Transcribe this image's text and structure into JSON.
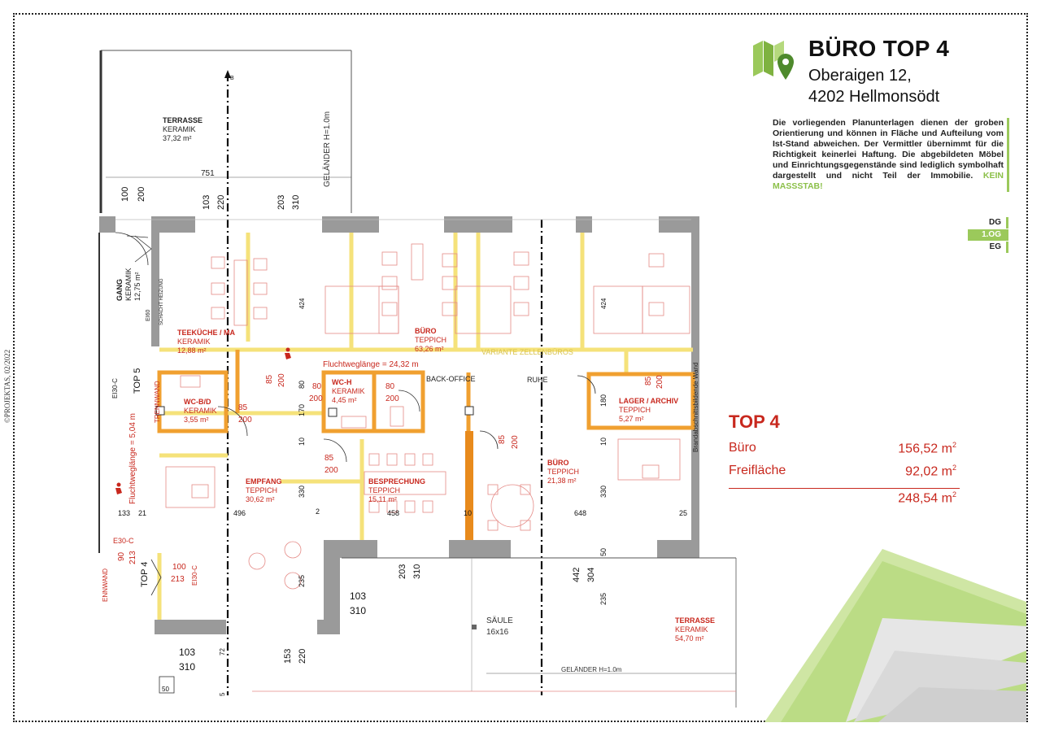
{
  "header": {
    "title": "BÜRO TOP 4",
    "address_line1": "Oberaigen 12,",
    "address_line2": "4202 Hellmonsödt"
  },
  "disclaimer": {
    "text": "Die vorliegenden Planunterlagen dienen der groben Orientierung und können in Fläche und Aufteilung vom Ist-Stand abweichen. Der Vermittler übernimmt für die Richtigkeit keinerlei Haftung. Die abgebildeten Möbel und Einrichtungsgegenstände sind lediglich symbolhaft dargestellt und nicht Teil der Immobilie.",
    "emphasis": "KEIN MASSSTAB!"
  },
  "floors": [
    "DG",
    "1.OG",
    "EG"
  ],
  "active_floor": "1.OG",
  "copyright": "©PROJEKTAS, 02/2022",
  "summary": {
    "title": "TOP 4",
    "rows": [
      {
        "label": "Büro",
        "value": "156,52 m",
        "unit_sup": "2"
      },
      {
        "label": "Freifläche",
        "value": "92,02 m",
        "unit_sup": "2"
      }
    ],
    "total": {
      "value": "248,54 m",
      "unit_sup": "2"
    }
  },
  "colors": {
    "accent_green": "#9bc95b",
    "room_label_red": "#c8281e",
    "wall_gray": "#9a9a9a",
    "orange_wall": "#f0a030",
    "yellow_wall": "#f5e27a"
  },
  "rooms": [
    {
      "name": "TERRASSE",
      "floor": "KERAMIK",
      "area": "37,32 m²"
    },
    {
      "name": "GANG",
      "floor": "KERAMIK",
      "area": "12,75 m²"
    },
    {
      "name": "TEEKÜCHE / MA",
      "floor": "KERAMIK",
      "area": "12,88 m²"
    },
    {
      "name": "BÜRO",
      "floor": "TEPPICH",
      "area": "63,26 m²"
    },
    {
      "name": "WC-H",
      "floor": "KERAMIK",
      "area": "4,45 m²"
    },
    {
      "name": "WC-B/D",
      "floor": "KERAMIK",
      "area": "3,55 m²"
    },
    {
      "name": "LAGER / ARCHIV",
      "floor": "TEPPICH",
      "area": "5,27 m²"
    },
    {
      "name": "EMPFANG",
      "floor": "TEPPICH",
      "area": "30,62 m²"
    },
    {
      "name": "BESPRECHUNG",
      "floor": "TEPPICH",
      "area": "15,11 m²"
    },
    {
      "name": "BÜRO",
      "floor": "TEPPICH",
      "area": "21,38 m²"
    },
    {
      "name": "TERRASSE",
      "floor": "KERAMIK",
      "area": "54,70 m²"
    }
  ],
  "labels": {
    "back_office": "BACK-OFFICE",
    "ruhe": "RUHE",
    "variante": "VARIANTE ZELLENBÜROS",
    "flucht_h": "Fluchtweglänge = 24,32 m",
    "flucht_v": "Fluchtweglänge = 5,04 m",
    "gelaender_top": "GELÄNDER H=1.0m",
    "gelaender_bottom": "GELÄNDER H=1.0m",
    "saeule": "SÄULE",
    "saeule_size": "16x16",
    "brandwand": "Brandabschnittsbildende Wand",
    "trennwand": "TRENNWAND",
    "ennwand": "ENNWAND",
    "top5": "TOP 5",
    "top4": "TOP 4",
    "schacht": "SCHACHT HEIZUNG",
    "ei60": "EI60",
    "ei30c": "EI30-C",
    "e30c": "E30-C",
    "b_mark": "B"
  },
  "dims": {
    "d751": "751",
    "d100": "100",
    "d200": "200",
    "d103": "103",
    "d220": "220",
    "d203": "203",
    "d310": "310",
    "d424": "424",
    "d85": "85",
    "d80": "80",
    "d170": "170",
    "d10": "10",
    "d180": "180",
    "d330": "330",
    "d2": "2",
    "d496": "496",
    "d458": "458",
    "d648": "648",
    "d25": "25",
    "d50": "50",
    "d442": "442",
    "d304": "304",
    "d235": "235",
    "d153": "153",
    "d90": "90",
    "d213": "213",
    "d133": "133",
    "d21": "21",
    "d72": "72",
    "d5": "5"
  }
}
